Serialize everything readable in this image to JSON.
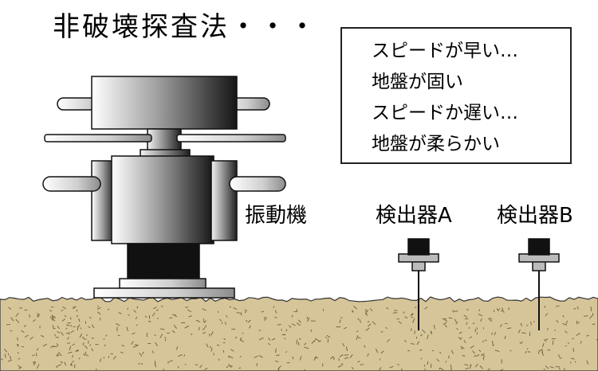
{
  "title": "非破壊探査法・・・",
  "note": {
    "lines": [
      "スピードが早い…",
      "地盤が固い",
      "スピードか遅い…",
      "地盤が柔らかい"
    ]
  },
  "labels": {
    "vibrator": "振動機",
    "detector_a": "検出器A",
    "detector_b": "検出器B"
  },
  "colors": {
    "ground": "#d7c59a",
    "ground_speckle": "#6b5d3e",
    "machine_dark": "#111111",
    "machine_light": "#ffffff",
    "plate_gray": "#c8c8c8"
  }
}
